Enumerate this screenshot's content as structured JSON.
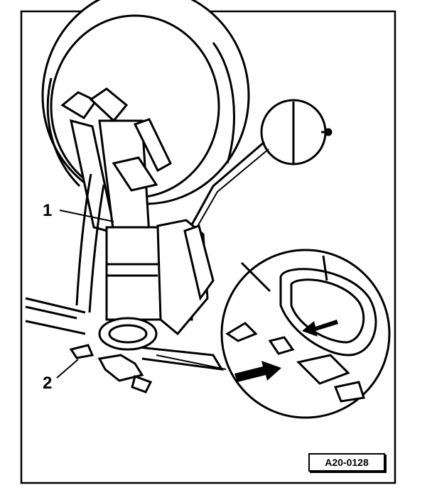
{
  "callouts": {
    "item_1": "1",
    "item_2": "2"
  },
  "figure_id": "A20-0128",
  "colors": {
    "line": "#000000",
    "background": "#ffffff"
  }
}
